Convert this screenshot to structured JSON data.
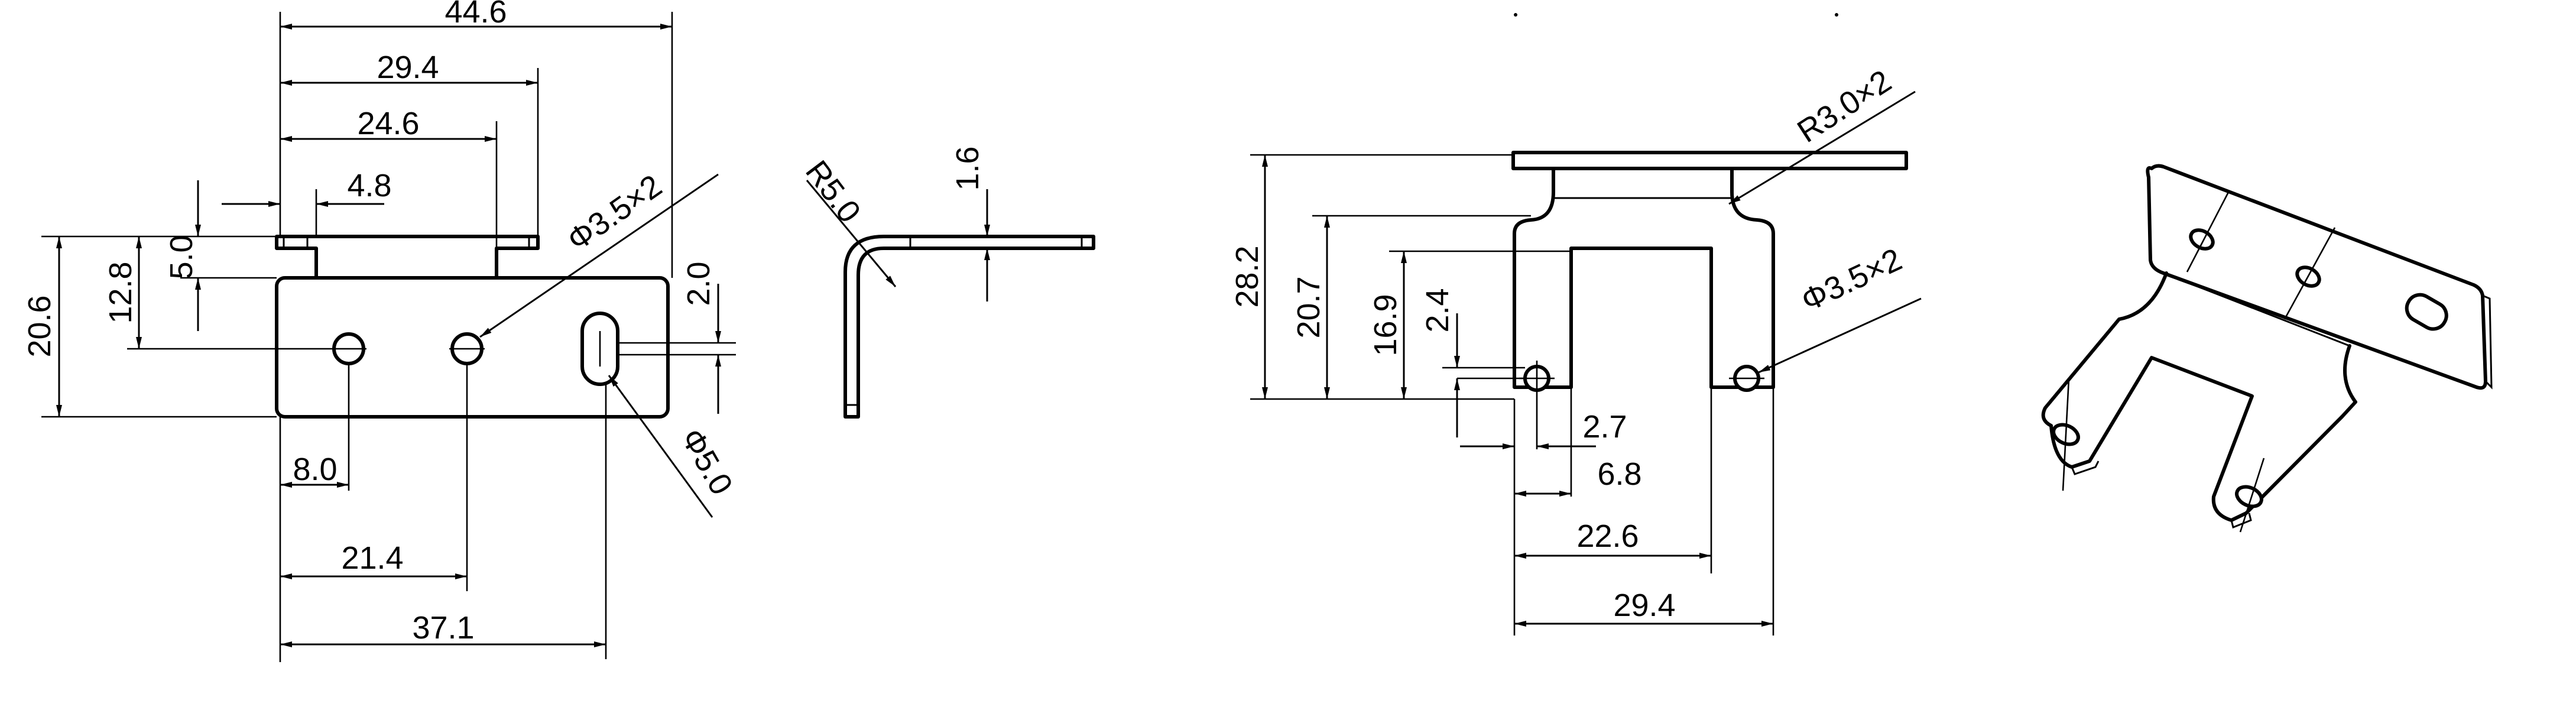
{
  "drawing": {
    "front_view": {
      "dims": {
        "overall_width": "44.6",
        "tab_right": "29.4",
        "tab_left_edge": "24.6",
        "tab_offset": "4.8",
        "tab_height": "5.0",
        "body_to_hole": "12.8",
        "overall_height": "20.6",
        "hole_pitch_small": "2.0",
        "hole_x1": "8.0",
        "hole_x2": "21.4",
        "slot_x": "37.1",
        "holes": "Φ3.5×2",
        "slot": "Φ5.0"
      }
    },
    "side_view": {
      "dims": {
        "bend_radius": "R5.0",
        "thickness": "1.6"
      }
    },
    "bottom_view": {
      "dims": {
        "corner_radius": "R3.0×2",
        "overall_height": "28.2",
        "leg_height": "20.7",
        "slot_depth": "16.9",
        "hole_offset_y": "2.4",
        "hole_offset_x": "2.7",
        "leg_width": "6.8",
        "slot_right": "22.6",
        "overall_width": "29.4",
        "holes": "Φ3.5×2"
      }
    },
    "iso_view": {}
  }
}
